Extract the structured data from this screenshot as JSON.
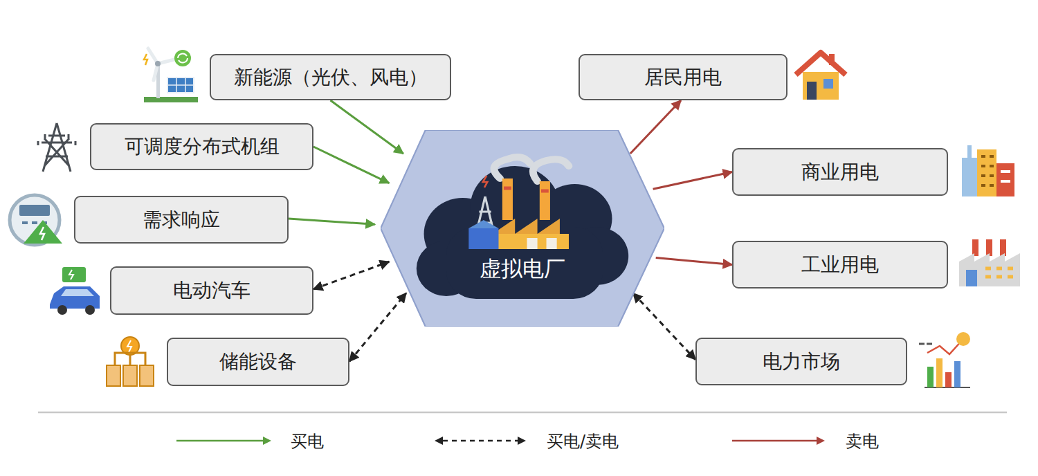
{
  "diagram": {
    "nodes": [
      {
        "text": [
          "新能源（光伏、风电）"
        ]
      },
      {
        "text": [
          "可调度分布式机组"
        ]
      },
      {
        "text": [
          "需求响应"
        ]
      },
      {
        "text": [
          "电动汽车"
        ]
      },
      {
        "text": [
          "储能设备"
        ]
      },
      {
        "text": [
          "虚拟电厂"
        ]
      },
      {
        "text": [
          "居民用电"
        ]
      },
      {
        "text": [
          "商业用电"
        ]
      },
      {
        "text": [
          "工业用电"
        ]
      },
      {
        "text": [
          "电力市场"
        ]
      }
    ],
    "edges": [
      {
        "from": 0,
        "to": 5,
        "arrow": "to"
      },
      {
        "from": 1,
        "to": 5,
        "arrow": "to"
      },
      {
        "from": 2,
        "to": 5,
        "arrow": "to"
      },
      {
        "from": 3,
        "to": 5,
        "arrow": "both"
      },
      {
        "from": 4,
        "to": 5,
        "arrow": "both"
      },
      {
        "from": 5,
        "to": 6,
        "arrow": "to"
      },
      {
        "from": 5,
        "to": 7,
        "arrow": "to"
      },
      {
        "from": 5,
        "to": 8,
        "arrow": "to"
      },
      {
        "from": 5,
        "to": 9,
        "arrow": "both"
      }
    ],
    "legend": [
      {
        "text": "买电"
      },
      {
        "text": "买电/卖电"
      },
      {
        "text": "卖电"
      }
    ]
  }
}
